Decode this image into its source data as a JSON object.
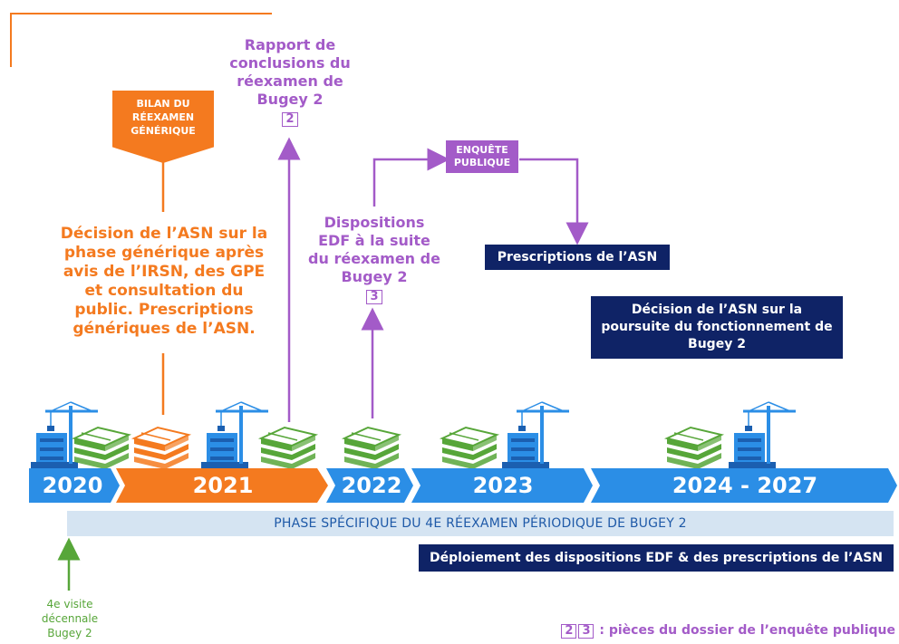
{
  "bilan_label": "BILAN DU RÉEXAMEN GÉNÉRIQUE",
  "decision_generique": "Décision de l’ASN sur la phase générique après avis de l’IRSN, des GPE et consultation du public. Prescriptions génériques de l’ASN.",
  "rapport": {
    "text": "Rapport de conclusions du réexamen de Bugey 2",
    "ref": "2"
  },
  "dispositions": {
    "text": "Dispositions EDF à la suite du réexamen de Bugey 2",
    "ref": "3"
  },
  "enquete_label": "ENQUÊTE PUBLIQUE",
  "prescriptions_asn": "Prescriptions de l’ASN",
  "decision_poursuite": "Décision de l’ASN sur la poursuite du fonctionnement de Bugey 2",
  "years": [
    "2020",
    "2021",
    "2022",
    "2023",
    "2024 - 2027"
  ],
  "phase_specifique": "PHASE SPÉCIFIQUE DU 4E RÉEXAMEN PÉRIODIQUE DE BUGEY 2",
  "deploiement": "Déploiement des dispositions EDF & des prescriptions de l’ASN",
  "visite_decennale": "4e visite décennale Bugey 2",
  "legend": {
    "ref_a": "2",
    "ref_b": "3",
    "text": ": pièces du dossier de l’enquête publique"
  },
  "colors": {
    "orange": "#f47a1f",
    "purple": "#a35bc8",
    "blue": "#2b8ee6",
    "navy": "#0f2366",
    "green": "#57a639",
    "band": "#d5e4f2"
  },
  "icons": [
    "crane-icon",
    "document-stack-icon"
  ]
}
